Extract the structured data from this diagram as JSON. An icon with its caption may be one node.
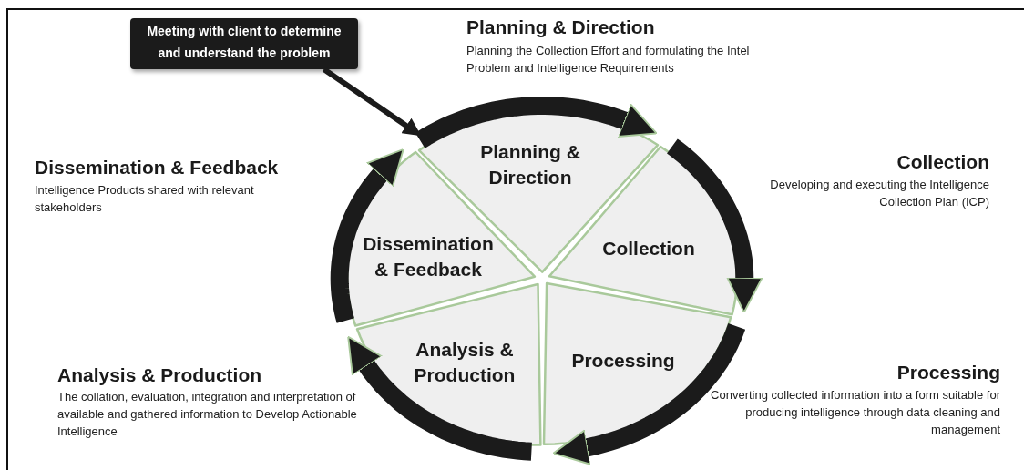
{
  "diagram": {
    "nodes": [
      {
        "text": [
          "Meeting with client to determine and understand the problem"
        ]
      },
      {
        "text": [
          "Planning & Direction"
        ]
      },
      {
        "text": [
          "Collection"
        ]
      },
      {
        "text": [
          "Processing"
        ]
      },
      {
        "text": [
          "Analysis & Production"
        ]
      },
      {
        "text": [
          "Dissemination & Feedback"
        ]
      }
    ],
    "edges": [
      {
        "from": 0,
        "to": 1,
        "arrow": "to"
      },
      {
        "from": 1,
        "to": 2,
        "arrow": "to"
      },
      {
        "from": 2,
        "to": 3,
        "arrow": "to"
      },
      {
        "from": 3,
        "to": 4,
        "arrow": "to"
      },
      {
        "from": 4,
        "to": 5,
        "arrow": "to"
      },
      {
        "from": 5,
        "to": 1,
        "arrow": "to"
      }
    ],
    "labels": [
      "Planning & Direction",
      "Planning the Collection Effort and formulating the Intel Problem and Intelligence Requirements",
      "Collection",
      "Developing and executing the Intelligence Collection Plan (ICP)",
      "Dissemination & Feedback",
      "Intelligence Products shared with relevant stakeholders",
      "Processing",
      "Converting collected information into a form suitable for producing intelligence through data cleaning and management",
      "Analysis & Production",
      "The collation, evaluation, integration and interpretation of available and gathered information to Develop Actionable Intelligence"
    ]
  }
}
